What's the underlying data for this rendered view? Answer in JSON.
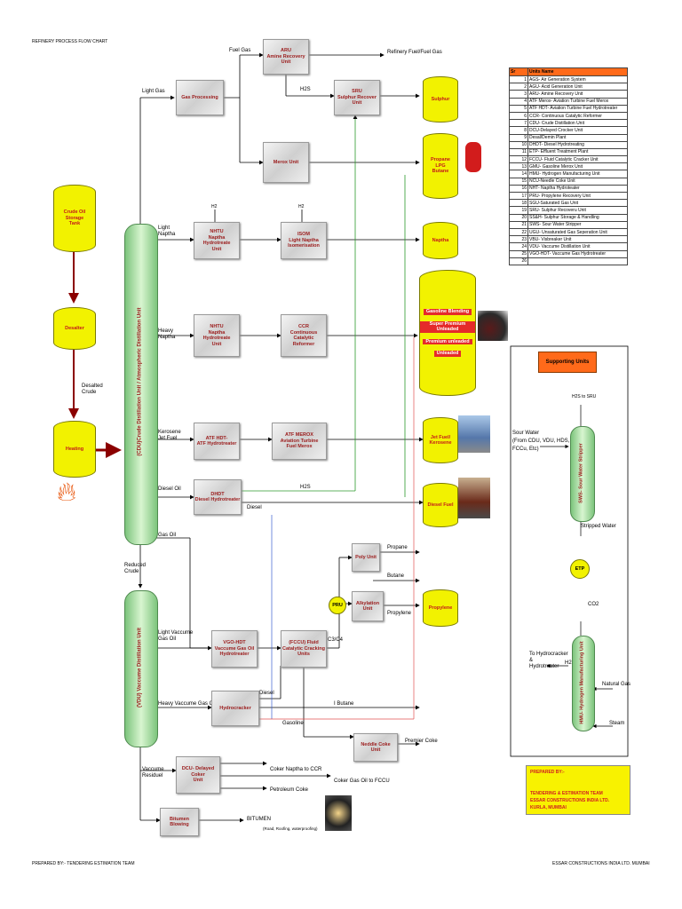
{
  "header": {
    "title": "REFINERY PROCESS FLOW CHART"
  },
  "footer": {
    "left": "PREPARED BY:- TENDERING ESTIMATION TEAM",
    "right": "ESSAR CONSTRUCTIONS INDIA LTD. MUMBAI"
  },
  "units": {
    "aru": "ARU\nAmine Recovery\nUnit",
    "gas_processing": "Gas Processing",
    "sru": "SRU\nSulphur Recover\nUnit",
    "merox": "Merox Unit",
    "nhtu_light": "NHTU\nNaptha Hydrotreate\nUnit",
    "isom": "ISOM\nLight Naptha\nIsomerisation",
    "nhtu_heavy": "NHTU\nNaptha Hydrotreate\nUnit",
    "ccr": "CCR\nContinuous Catalytic\nReformer",
    "atf_hdt": "ATF HDT-\nATF Hydrotreater",
    "atf_merox": "ATF MEROX\nAviation Turbine\nFuel Merox",
    "dhdt": "DHDT\nDiesel Hydrotreater",
    "poly": "Poly Unit",
    "alkylation": "Alkylation\nUnit",
    "vgo_hdt": "VGO-HDT\nVaccume Gas Oil\nHydrotreater",
    "fccu": "(FCCU) Fluid\nCatalytic Cracking\nUnits",
    "hydrocracker": "Hydrocracker",
    "needle_coke": "Neddle Coke\nUnit",
    "dcu": "DCU- Delayed Coker\nUnit",
    "bitumen": "Bitumen\nBlowing"
  },
  "tanks": {
    "crude_storage": "Crude Oil Storage\nTank",
    "desalter": "Desalter",
    "heating": "Heating",
    "sulphur": "Sulphur",
    "propane_lpg": "Propane\nLPG\nButane",
    "naptha": "Naptha",
    "gasoline_blending": "Gasoline Blending",
    "super_premium": "Super Premium Unleaded",
    "premium": "Premium unleaded",
    "unleaded": "Unleaded",
    "jet_fuel": "Jet Fuel/\nKerosene",
    "diesel_fuel": "Diesel Fuel",
    "propylene": "Propylene",
    "pru": "PRU",
    "etp": "ETP"
  },
  "columns": {
    "cdu": "(CDU)Crude Distillation Unit / Atmospheric Distillation Unit",
    "vdu": "(VDU) Vaccume Distillation Unit",
    "sws": "SWS- Sour Water Stripper",
    "hmu": "HMU- Hydrogen Manufacturing Unit"
  },
  "labels": {
    "fuel_gas": "Fuel Gas",
    "refinery_fuel_gas": "Refinery Fuel/Fuel Gas",
    "h2s_top": "H2S",
    "light_gas": "Light Gas",
    "light_naptha": "Light\nNaptha",
    "h2_a": "H2",
    "h2_b": "H2",
    "heavy_naptha": "Heavy\nNaptha",
    "desalted_crude": "Desalted\nCrude",
    "kerosene": "Kerosene\nJet Fuel",
    "diesel_oil": "Diesel Oil",
    "h2s_mid": "H2S",
    "diesel": "Diesel",
    "gas_oil": "Gas Oil",
    "reduced_crude": "Reduced\nCrude",
    "propane": "Propane",
    "butane": "Butane",
    "propylene": "Propylene",
    "light_vgo": "Light Vaccume\nGas Oil",
    "c3c4": "C3/C4",
    "heavy_vgo": "Heavy Vaccume Gas Oil",
    "diesel2": "Diesel",
    "ibutane": "I Butane",
    "gasoline": "Gasoline",
    "premier_coke": "Premier Coke",
    "vacuum_residue": "Vaccume\nResiduel",
    "coker_naptha": "Coker Naptha to CCR",
    "coker_gas_oil": "Coker Gas Oil to FCCU",
    "petroleum_coke": "Petroleum Coke",
    "bitumen_out": "BITUMEN",
    "bitumen_uses": "(Road, Roofing, waterproofing)"
  },
  "support": {
    "title": "Supporting Units",
    "h2s_sru": "H2S to SRU",
    "sour_water": "Sour Water\n(From CDU, VDU, HDS,\nFCCu, Etc)",
    "stripped_water": "Stripped Water",
    "co2": "CO2",
    "to_hydrocracker": "To Hydrocracker\n&\nHydrotreater",
    "h2": "H2",
    "natural_gas": "Natural Gas",
    "steam": "Steam"
  },
  "prepared": {
    "heading": "PREPARED BY:-",
    "line1": "TENDERING & ESTIMATION TEAM",
    "line2": "ESSAR CONSTRUCTIONS INDIA LTD.",
    "line3": "KURLA, MUMBAI"
  },
  "table": {
    "headers": [
      "Sr",
      "Units Name"
    ],
    "rows": [
      [
        "1",
        "AGS- Air Generation System"
      ],
      [
        "2",
        "AGU- Acid Generation Unit"
      ],
      [
        "3",
        "ARU- Amine Recovery Unit"
      ],
      [
        "4",
        "ATF Merox- Aviation Turbine Fuel Merox"
      ],
      [
        "5",
        "ATF HDT- Aviation Turbine Fuel Hydrotreater"
      ],
      [
        "6",
        "CCR- Continuous Catalytic Reformer"
      ],
      [
        "7",
        "CDU- Crude Distillation Unit"
      ],
      [
        "8",
        "DCU-Delayed Crocker Unit"
      ],
      [
        "9",
        "Desal/Demin Plant"
      ],
      [
        "10",
        "DHDT- Diesel Hydrotreating"
      ],
      [
        "11",
        "ETP- Effluent Treatment Plant"
      ],
      [
        "12",
        "FCCU- Fluid Catalytic Cracker Unit"
      ],
      [
        "13",
        "GMU- Gasoline Merox Unit"
      ],
      [
        "14",
        "HMU- Hydrogen Manufacturing Unit"
      ],
      [
        "15",
        "NCU-Needle Coke Unit"
      ],
      [
        "16",
        "NHT- Naptha Hydroteater"
      ],
      [
        "17",
        "PRU- Propylene Recovery Unit"
      ],
      [
        "18",
        "SGU-Saturated Gas Unit"
      ],
      [
        "19",
        "SRU- Sulphur Recoveru Unit"
      ],
      [
        "20",
        "SS&H- Sulphur Storage & Handling"
      ],
      [
        "21",
        "SWS- Sour Water Stripper"
      ],
      [
        "22",
        "UGU- Unsaturated Gas Seperation Unit"
      ],
      [
        "23",
        "VBU- Visbreaker Unit"
      ],
      [
        "24",
        "VDU- Vaccume Distillation Unit"
      ],
      [
        "25",
        "VGO-HDT- Vaccume Gas Hydrotreater"
      ],
      [
        "26",
        ""
      ]
    ]
  }
}
